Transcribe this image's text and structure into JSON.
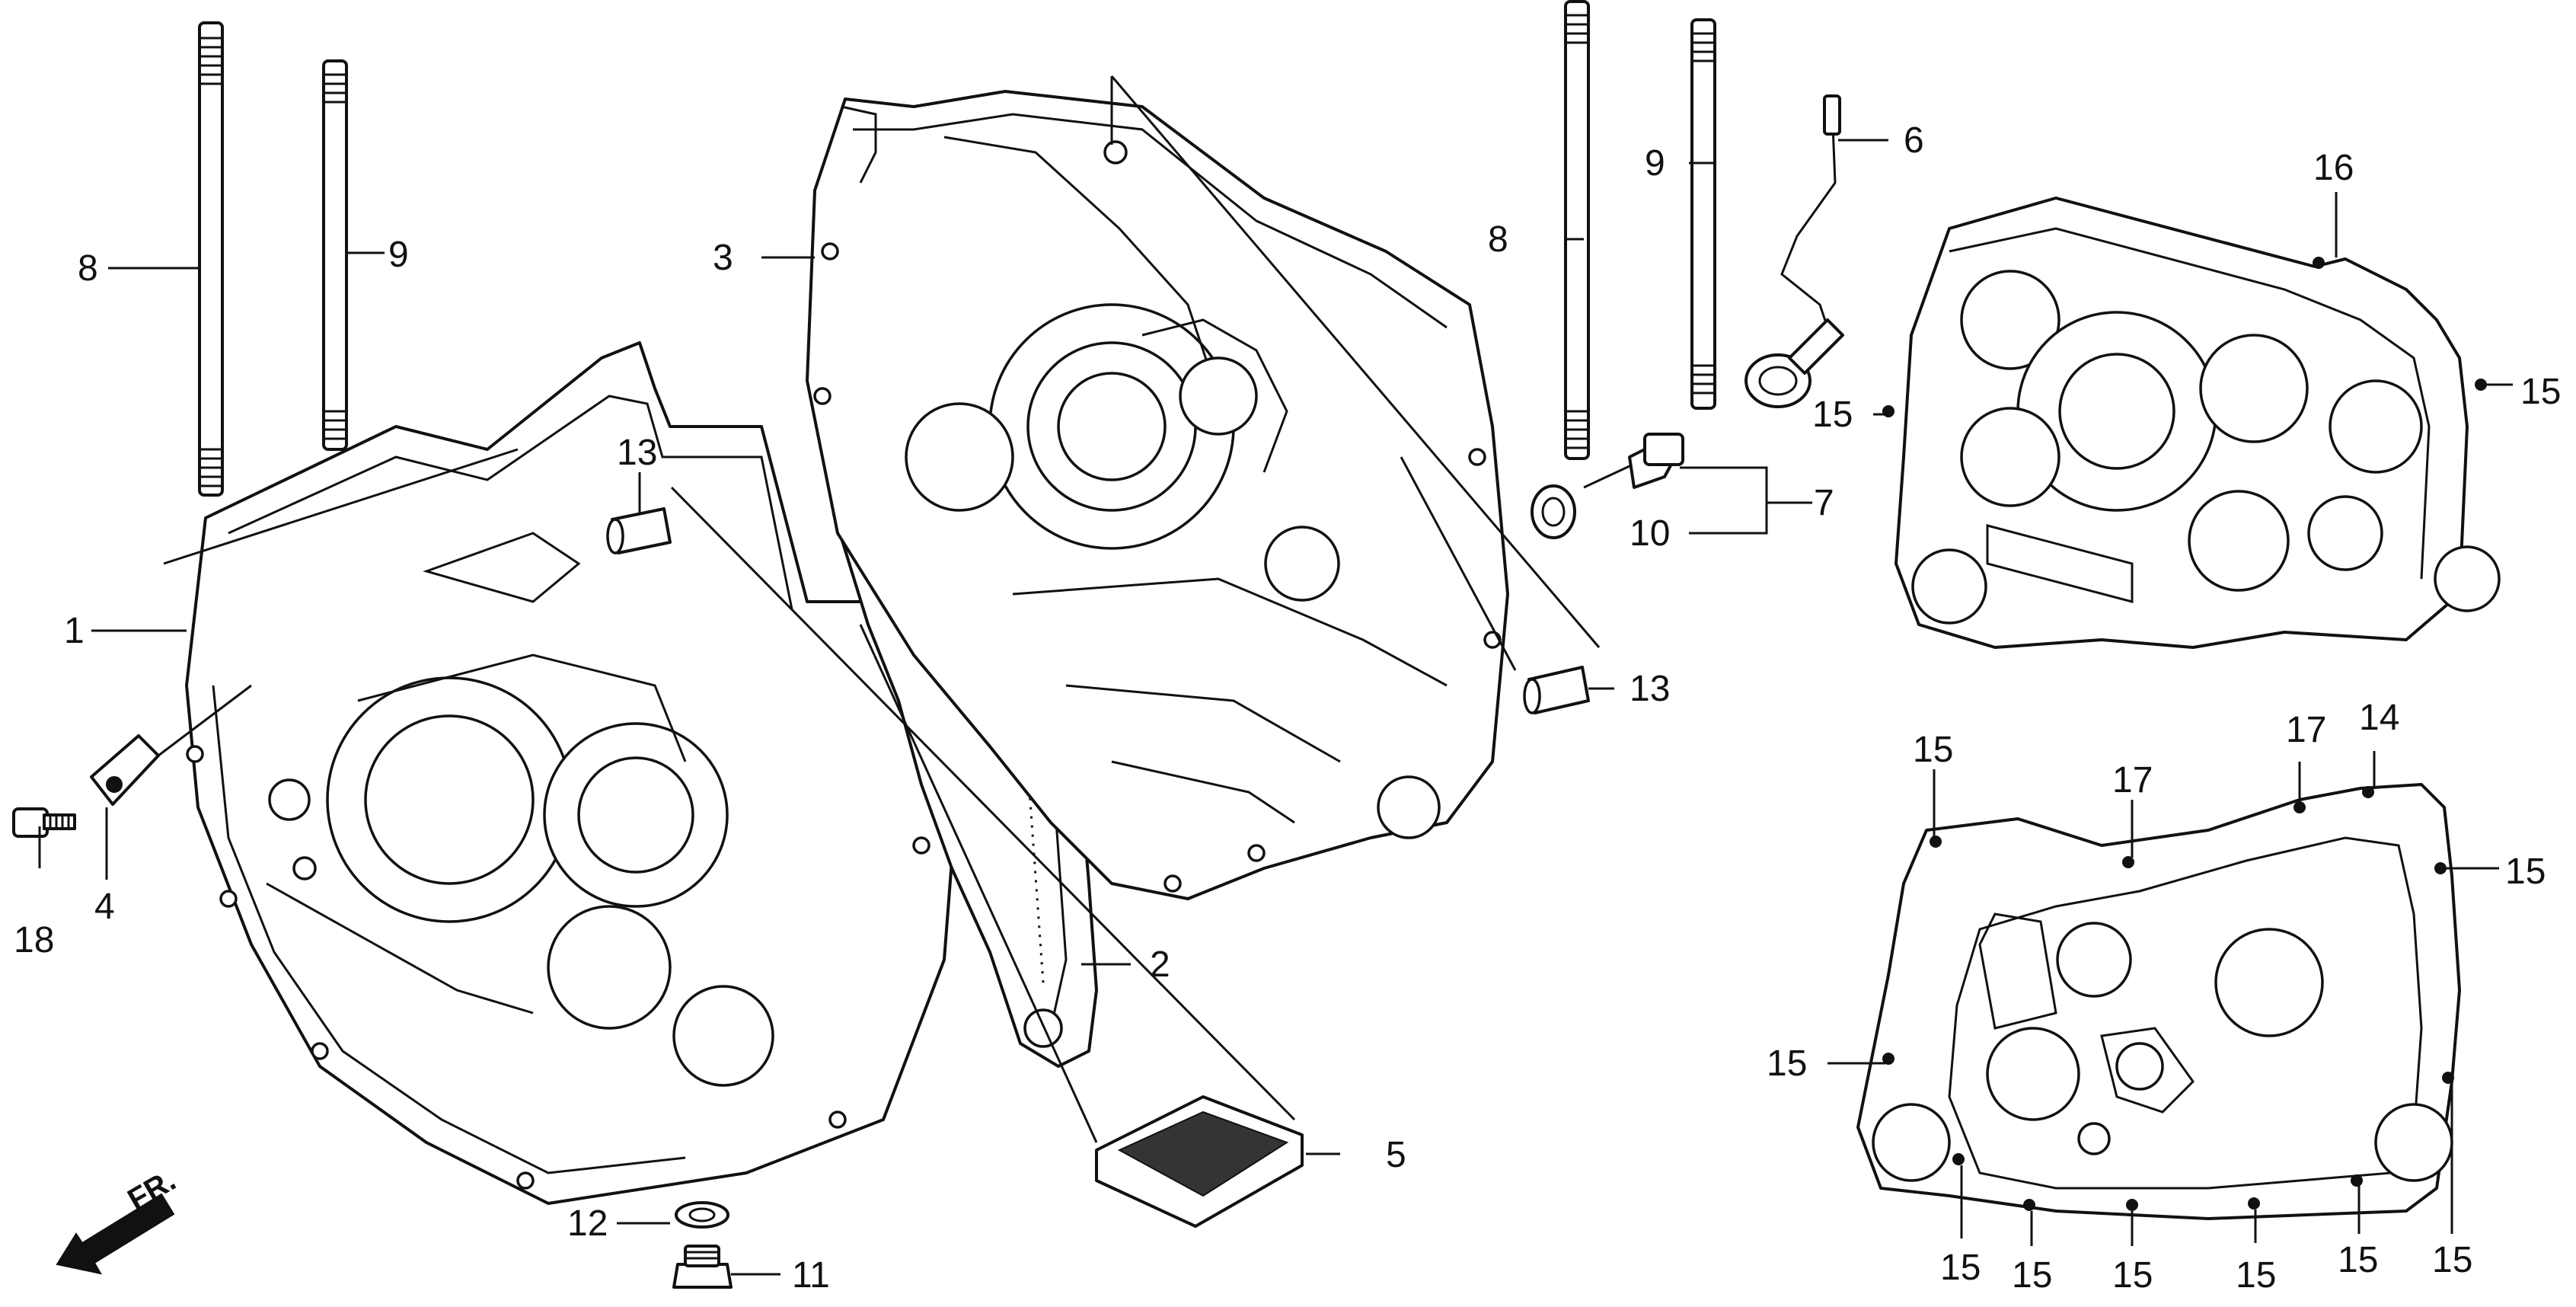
{
  "callouts": [
    {
      "id": "c8a",
      "text": "8"
    },
    {
      "id": "c9a",
      "text": "9"
    },
    {
      "id": "c1",
      "text": "1"
    },
    {
      "id": "c18",
      "text": "18"
    },
    {
      "id": "c4",
      "text": "4"
    },
    {
      "id": "c13a",
      "text": "13"
    },
    {
      "id": "c3",
      "text": "3"
    },
    {
      "id": "c2",
      "text": "2"
    },
    {
      "id": "c5",
      "text": "5"
    },
    {
      "id": "c12",
      "text": "12"
    },
    {
      "id": "c11",
      "text": "11"
    },
    {
      "id": "c8b",
      "text": "8"
    },
    {
      "id": "c9b",
      "text": "9"
    },
    {
      "id": "c6",
      "text": "6"
    },
    {
      "id": "c7",
      "text": "7"
    },
    {
      "id": "c10",
      "text": "10"
    },
    {
      "id": "c13b",
      "text": "13"
    },
    {
      "id": "c16",
      "text": "16"
    },
    {
      "id": "c15a",
      "text": "15"
    },
    {
      "id": "c15b",
      "text": "15"
    },
    {
      "id": "c15c",
      "text": "15"
    },
    {
      "id": "c17a",
      "text": "17"
    },
    {
      "id": "c17b",
      "text": "17"
    },
    {
      "id": "c14",
      "text": "14"
    },
    {
      "id": "c15d",
      "text": "15"
    },
    {
      "id": "c15e",
      "text": "15"
    },
    {
      "id": "c15f",
      "text": "15"
    },
    {
      "id": "c15g",
      "text": "15"
    },
    {
      "id": "c15h",
      "text": "15"
    },
    {
      "id": "c15i",
      "text": "15"
    },
    {
      "id": "c15j",
      "text": "15"
    },
    {
      "id": "c15k",
      "text": "15"
    }
  ],
  "direction": "FR."
}
